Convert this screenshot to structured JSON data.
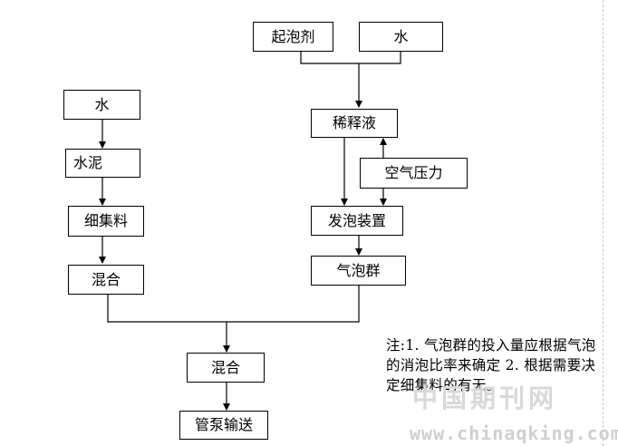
{
  "nodes": {
    "foaming_agent": "起泡剂",
    "water_top": "水",
    "water_left": "水",
    "dilution": "稀释液",
    "cement": "水泥",
    "air_pressure": "空气压力",
    "fine_aggregate": "细集料",
    "foaming_device": "发泡装置",
    "mix_left": "混合",
    "bubble_group": "气泡群",
    "mix_bottom": "混合",
    "pump": "管泵输送"
  },
  "note": "注:1. 气泡群的投入量应根据气泡的消泡比率来确定 2. 根据需要决定细集料的有无。",
  "watermark": {
    "cn": "中国期刊网",
    "url": "www.chinaqking.com"
  }
}
